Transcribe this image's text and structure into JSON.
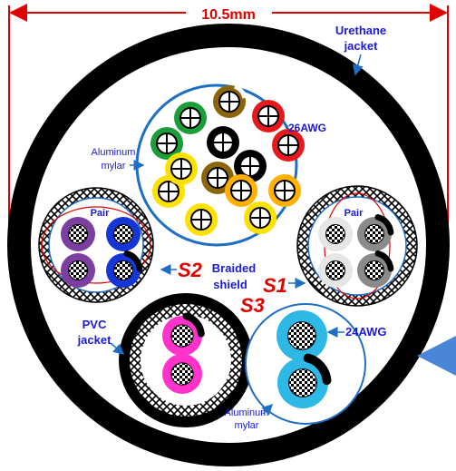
{
  "dimension": {
    "text": "10.5mm",
    "color": "#e00000"
  },
  "labels": {
    "urethane_line1": "Urethane",
    "urethane_line2": "jacket",
    "aluminum_line1": "Aluminum",
    "aluminum_line2": "mylar",
    "awg26": "26AWG",
    "pair_left": "Pair",
    "pair_right": "Pair",
    "braided_line1": "Braided",
    "braided_line2": "shield",
    "s1": "S1",
    "s2": "S2",
    "s3": "S3",
    "pvc_line1": "PVC",
    "pvc_line2": "jacket",
    "awg24": "24AWG",
    "aluminum2_line1": "Aluminum",
    "aluminum2_line2": "mylar"
  },
  "colors": {
    "jacket": "#000000",
    "label_blue": "#1a1adb",
    "label_red": "#e00000",
    "mylar_ring": "#1e6fc4",
    "arrow_blue": "#4a86d8",
    "conductors_26awg": [
      "#8b6508",
      "#e8191b",
      "#1a9e3a",
      "#000000",
      "#e8191b",
      "#1a9e3a",
      "#ffe100",
      "#8b6508",
      "#000000",
      "#ffb000",
      "#ffe100",
      "#ffe100",
      "#ffb000",
      "#ffe100"
    ],
    "pair_left": [
      "#7b3fa0",
      "#1536d6",
      "#7b3fa0",
      "#1536d6"
    ],
    "pair_right": [
      "#e6e6e6",
      "#8a8a8a",
      "#e6e6e6",
      "#8a8a8a"
    ],
    "s3_pair": [
      "#ff33cc",
      "#ff33cc"
    ],
    "awg24_pair": [
      "#2eb8e6",
      "#2eb8e6"
    ]
  },
  "icons": [
    "checker-core-icon",
    "cross-conductor-icon",
    "arrow-icon"
  ]
}
